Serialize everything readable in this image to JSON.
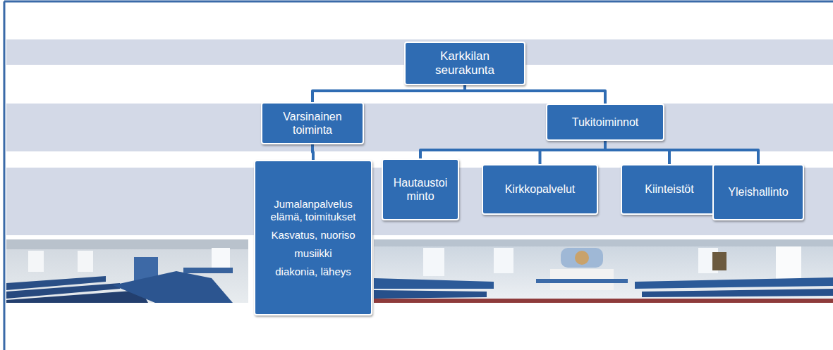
{
  "diagram": {
    "nodes": [
      {
        "text": [
          "Karkkilan seurakunta"
        ]
      },
      {
        "text": [
          "Varsinainen toiminta"
        ]
      },
      {
        "text": [
          "Tukitoiminnot"
        ]
      },
      {
        "text": [
          "Jumalanpalvelus elämä, toimitukset",
          "Kasvatus, nuoriso",
          "musiikki",
          "diakonia, läheys"
        ]
      },
      {
        "text": [
          "Hautaustoi minto"
        ]
      },
      {
        "text": [
          "Kirkkopalvelut"
        ]
      },
      {
        "text": [
          "Kiinteistöt"
        ]
      },
      {
        "text": [
          "Yleishallinto"
        ]
      }
    ],
    "edges": [
      {
        "from": 0,
        "to": 1,
        "arrow": "none"
      },
      {
        "from": 0,
        "to": 2,
        "arrow": "none"
      },
      {
        "from": 1,
        "to": 3,
        "arrow": "none"
      },
      {
        "from": 2,
        "to": 4,
        "arrow": "none"
      },
      {
        "from": 2,
        "to": 5,
        "arrow": "none"
      },
      {
        "from": 2,
        "to": 6,
        "arrow": "none"
      },
      {
        "from": 2,
        "to": 7,
        "arrow": "none"
      }
    ]
  }
}
